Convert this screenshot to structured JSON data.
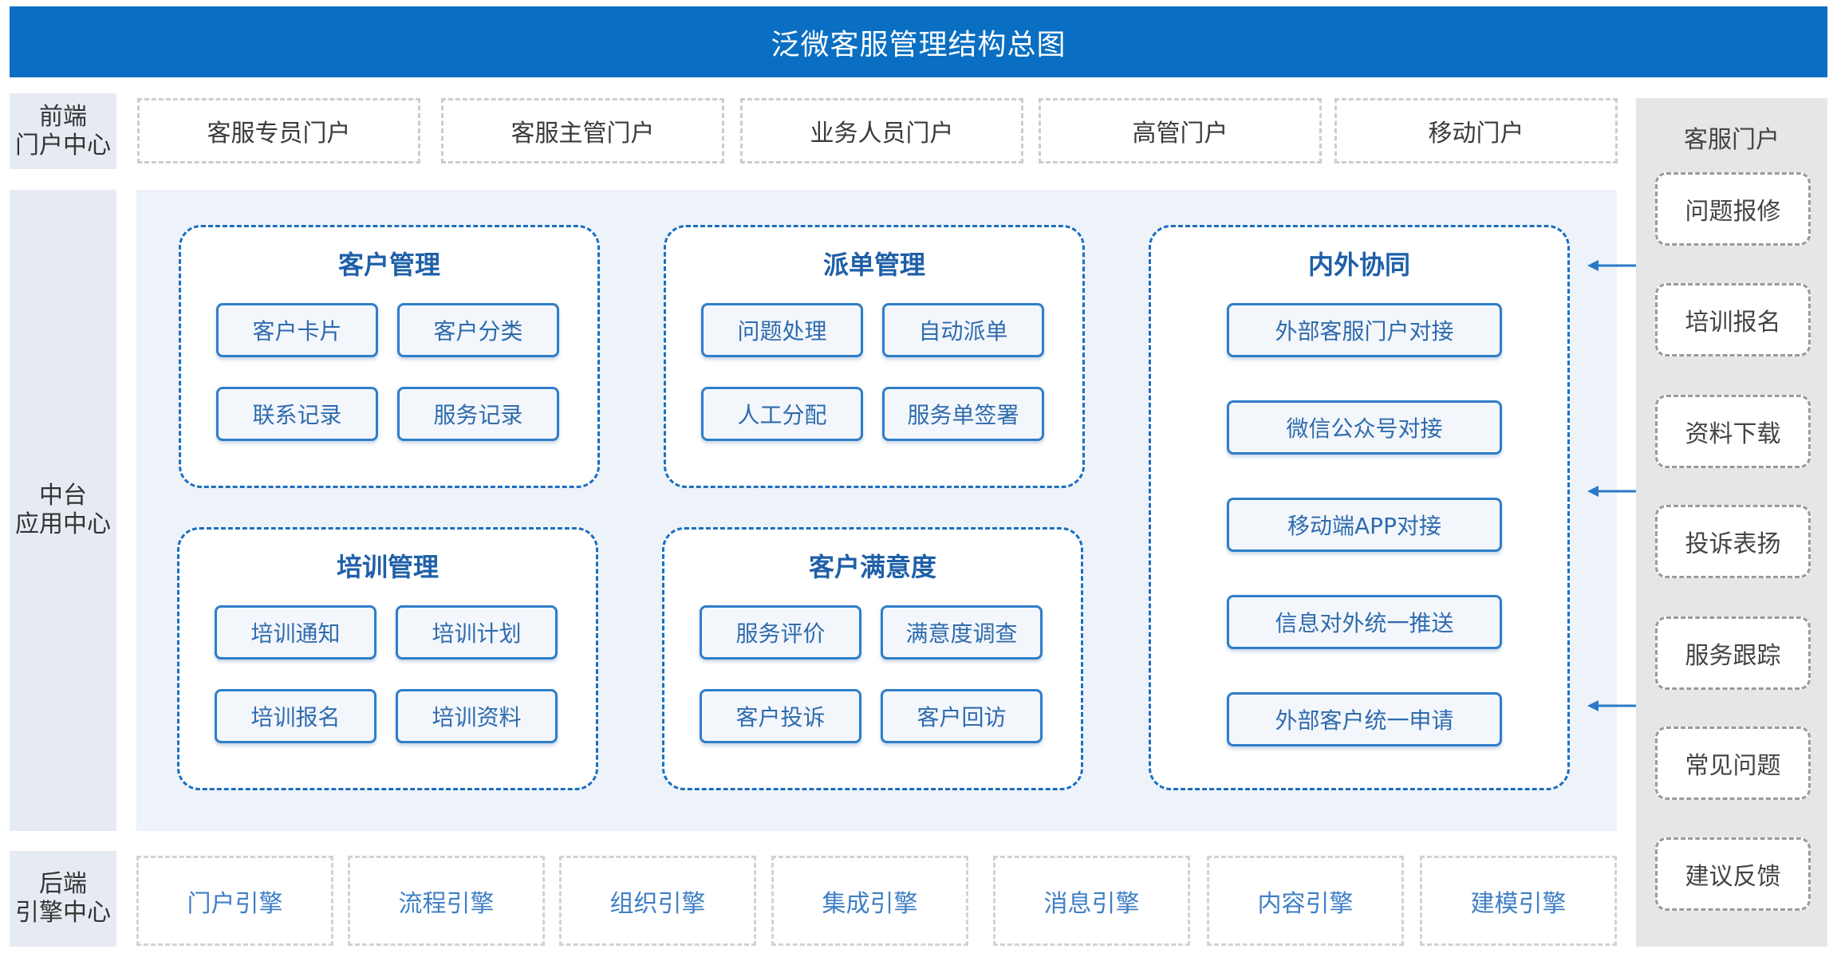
{
  "title": "泛微客服管理结构总图",
  "rows": {
    "front": [
      "前端",
      "门户中心"
    ],
    "middle": [
      "中台",
      "应用中心"
    ],
    "back": [
      "后端",
      "引擎中心"
    ]
  },
  "front_portals": [
    "客服专员门户",
    "客服主管门户",
    "业务人员门户",
    "高管门户",
    "移动门户"
  ],
  "groups": {
    "customer_mgmt": {
      "title": "客户管理",
      "items": [
        "客户卡片",
        "客户分类",
        "联系记录",
        "服务记录"
      ]
    },
    "dispatch_mgmt": {
      "title": "派单管理",
      "items": [
        "问题处理",
        "自动派单",
        "人工分配",
        "服务单签署"
      ]
    },
    "training_mgmt": {
      "title": "培训管理",
      "items": [
        "培训通知",
        "培训计划",
        "培训报名",
        "培训资料"
      ]
    },
    "satisfaction": {
      "title": "客户满意度",
      "items": [
        "服务评价",
        "满意度调查",
        "客户投诉",
        "客户回访"
      ]
    },
    "collaboration": {
      "title": "内外协同",
      "items": [
        "外部客服门户对接",
        "微信公众号对接",
        "移动端APP对接",
        "信息对外统一推送",
        "外部客户统一申请"
      ]
    }
  },
  "engines": [
    "门户引擎",
    "流程引擎",
    "组织引擎",
    "集成引擎",
    "消息引擎",
    "内容引擎",
    "建模引擎"
  ],
  "service_portal": {
    "title": "客服门户",
    "items": [
      "问题报修",
      "培训报名",
      "资料下载",
      "投诉表扬",
      "服务跟踪",
      "常见问题",
      "建议反馈"
    ]
  },
  "colors": {
    "title_bar": "#0a6fc2",
    "accent": "#1a6fc0",
    "arrow": "#2a79c8"
  }
}
